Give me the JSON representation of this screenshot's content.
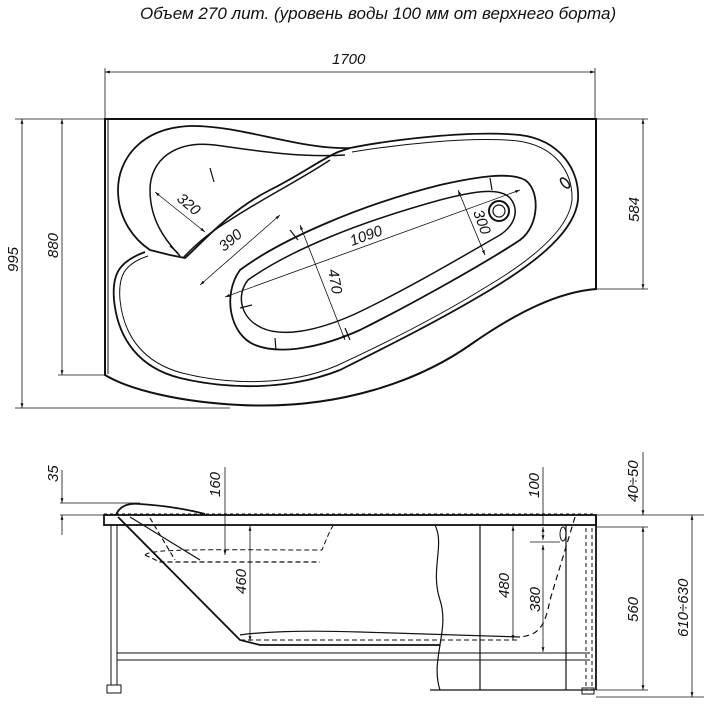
{
  "title": "Объем 270 лит. (уровень воды 100 мм от верхнего борта)",
  "plan_view": {
    "dimensions": {
      "overall_length": "1700",
      "overall_width": "995",
      "left_side_width": "880",
      "right_side_width": "584",
      "headrest_width": "320",
      "seat_length": "390",
      "basin_length": "1090",
      "basin_width": "470",
      "foot_end_width": "300"
    }
  },
  "side_view": {
    "dimensions": {
      "headrest_rise": "35",
      "seat_depth": "160",
      "head_depth": "460",
      "basin_depth": "480",
      "drain_height": "380",
      "overflow_offset": "100",
      "rim_gap": "40÷50",
      "panel_height": "560",
      "total_height": "610÷630"
    }
  },
  "colors": {
    "line": "#111111",
    "background": "#ffffff"
  }
}
